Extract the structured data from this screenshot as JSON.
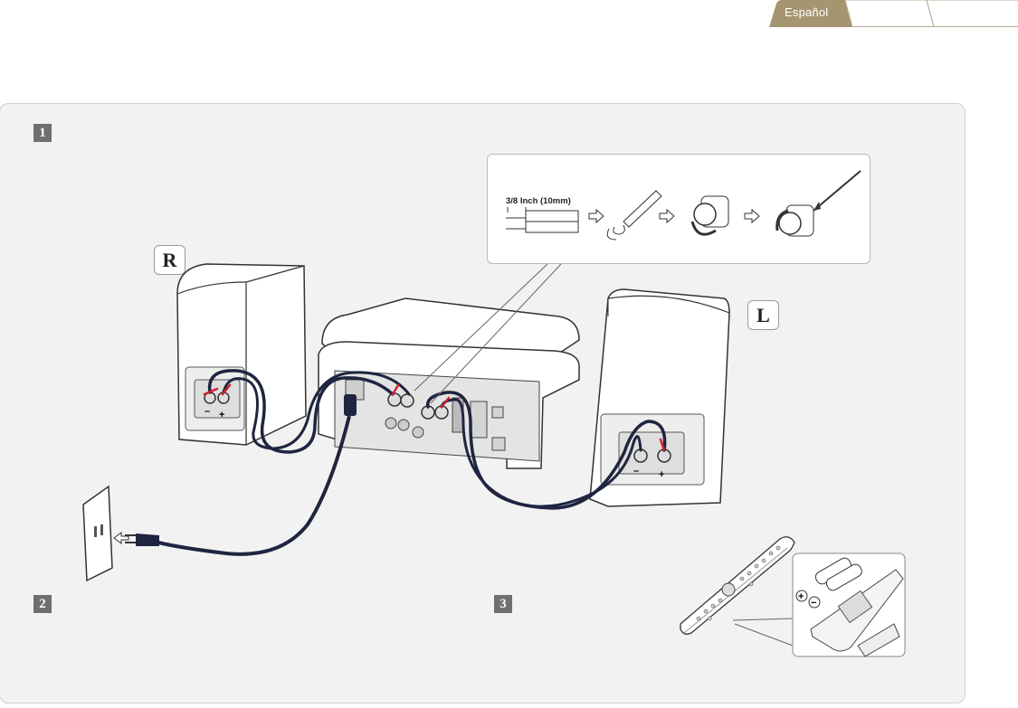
{
  "language_tabs": {
    "active": "Español",
    "others": [
      "",
      ""
    ]
  },
  "steps": [
    "1",
    "2",
    "3"
  ],
  "channel_labels": {
    "right": "R",
    "left": "L"
  },
  "wire_prep": {
    "strip_length": "3/8 Inch (10mm)"
  },
  "speaker_terminals": {
    "minus": "–",
    "plus": "+"
  },
  "battery_polarity": {
    "plus": "+",
    "minus": "−"
  },
  "colors": {
    "tab_gold": "#a69670",
    "panel_bg": "#f2f2f2",
    "cable": "#1f2540",
    "red_wire": "#d0202a",
    "badge": "#6f6f6f"
  },
  "icons": [
    "arrow-right-icon",
    "power-plug-icon",
    "wall-outlet-icon",
    "battery-icon",
    "remote-control-icon"
  ]
}
